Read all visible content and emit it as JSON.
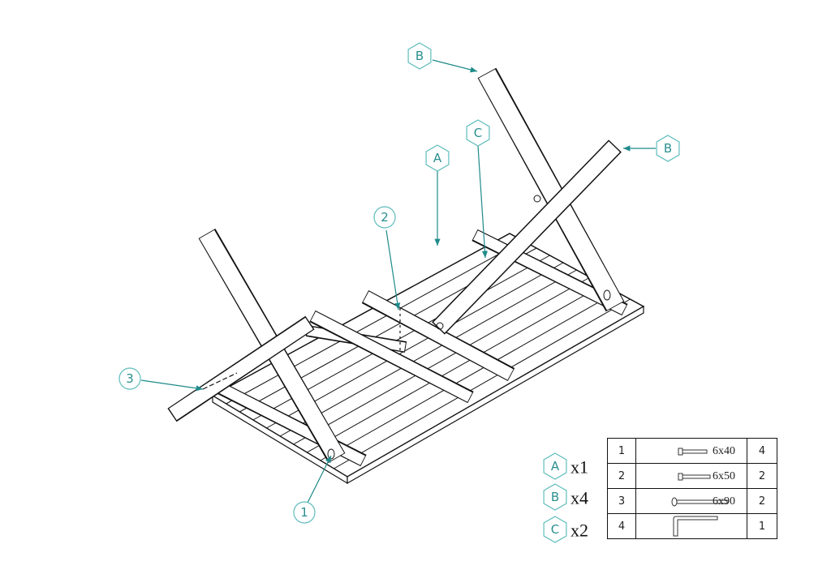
{
  "callouts": {
    "parts": [
      {
        "letter": "A",
        "qty": "x1"
      },
      {
        "letter": "B",
        "qty": "x4"
      },
      {
        "letter": "C",
        "qty": "x2"
      }
    ],
    "drawing_labels": {
      "b1": "B",
      "b2": "B",
      "c": "C",
      "a": "A",
      "n1": "1",
      "n2": "2",
      "n3": "3"
    }
  },
  "bom": [
    {
      "num": "1",
      "size": "6x40",
      "qty": "4",
      "icon": "bolt-icon"
    },
    {
      "num": "2",
      "size": "6x50",
      "qty": "2",
      "icon": "bolt-icon"
    },
    {
      "num": "3",
      "size": "6x90",
      "qty": "2",
      "icon": "long-bolt-icon"
    },
    {
      "num": "4",
      "size": "",
      "qty": "1",
      "icon": "allen-key-icon"
    }
  ],
  "colors": {
    "accent": "#1f8a8a",
    "hex_outline": "#5fbcbc"
  }
}
